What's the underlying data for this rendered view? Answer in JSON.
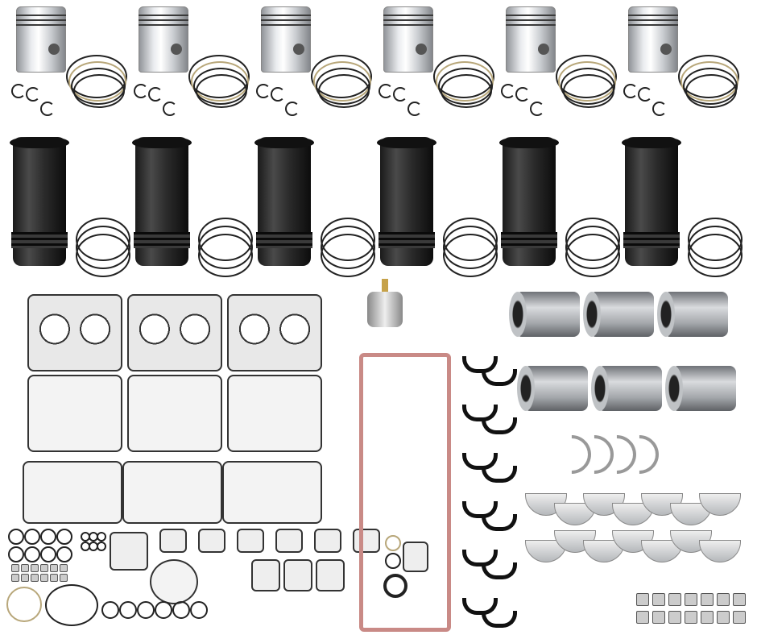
{
  "image": {
    "subject": "engine-overhaul-kit",
    "background": "#ffffff",
    "components": {
      "pistons": 6,
      "cylinder_liners": 6,
      "piston_pins": 6,
      "head_gaskets": 3,
      "rocker_gaskets": 3,
      "valve_cover_gaskets": 3,
      "thermostat": 1,
      "oil_pan_gasket": 1,
      "rod_bearing_pairs": 6,
      "thrust_washers": 4,
      "main_bearings": 14
    },
    "colors": {
      "liner": "#1a1a1a",
      "piston": "#d9dbde",
      "pan_gasket": "#c98a86",
      "brass": "#c6a24a"
    }
  }
}
